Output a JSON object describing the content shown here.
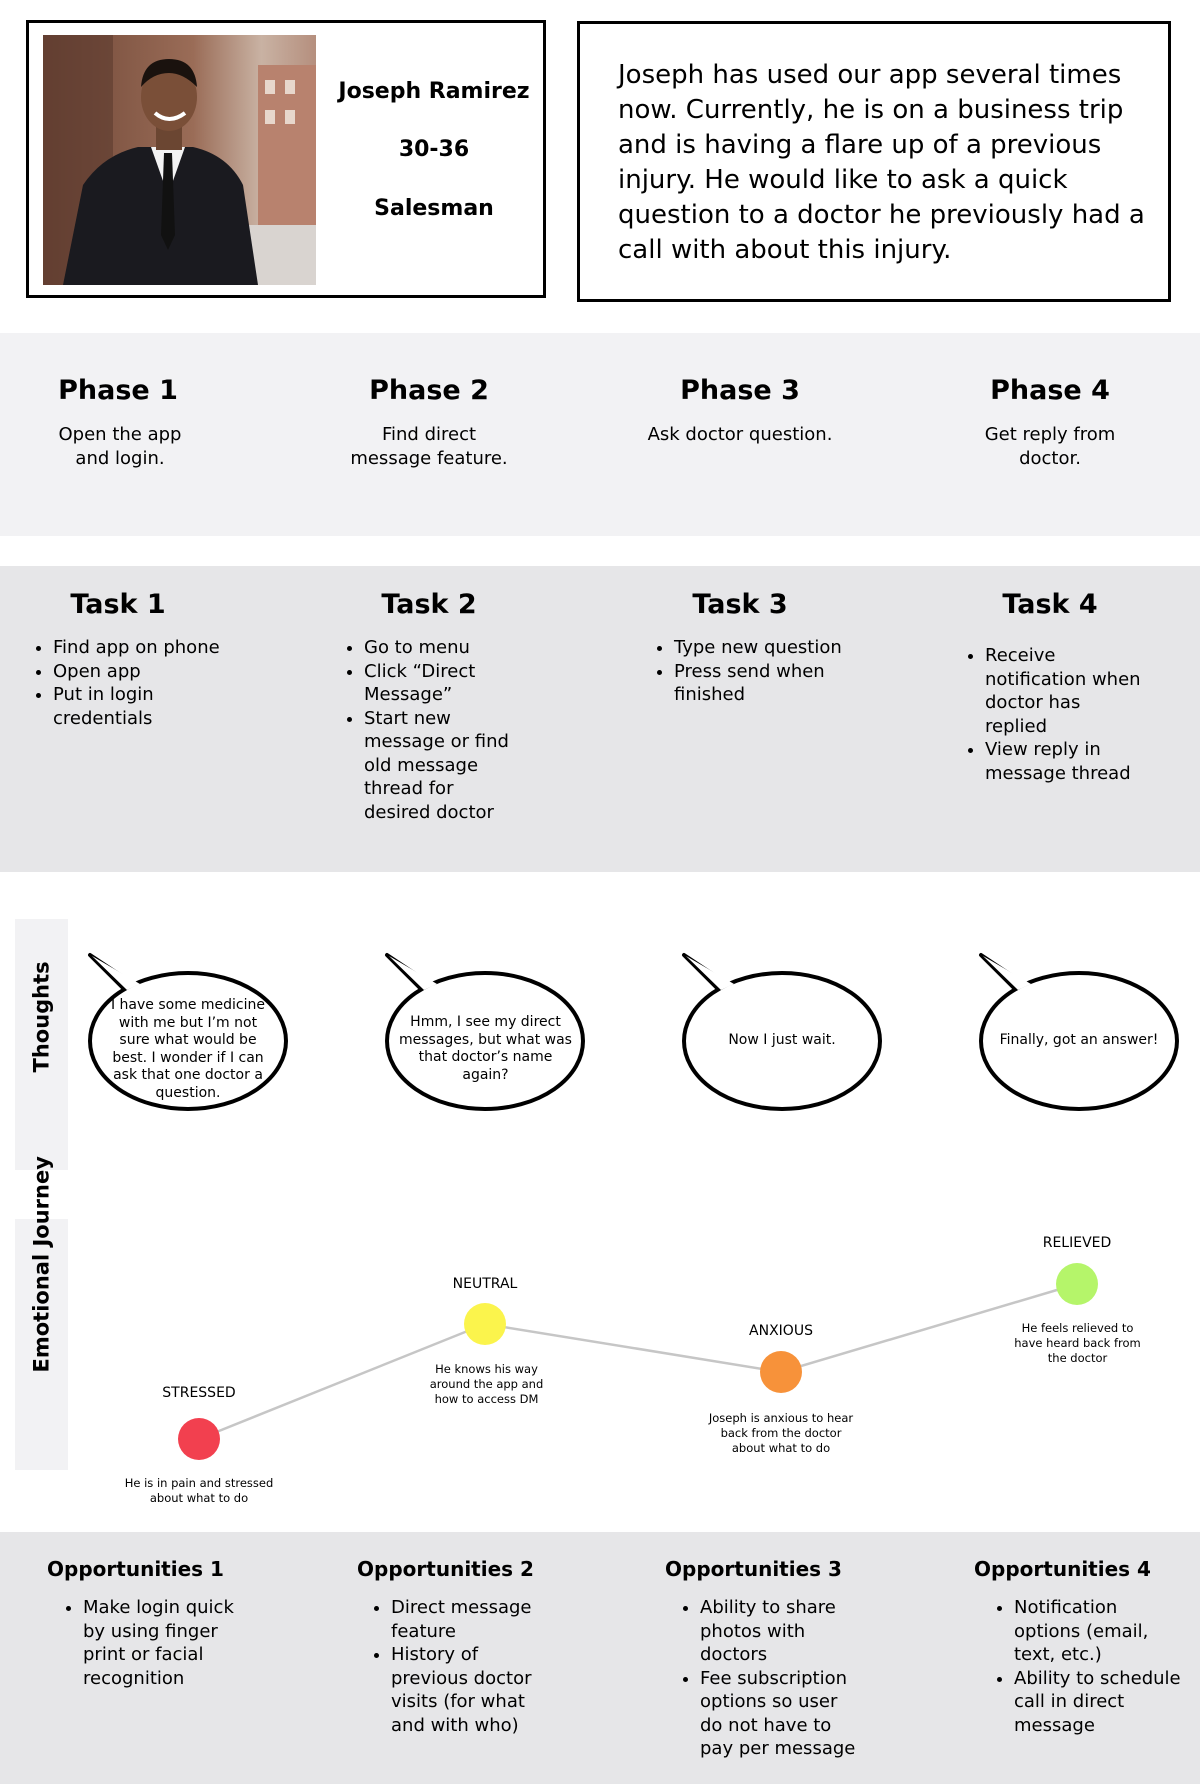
{
  "persona": {
    "name": "Joseph Ramirez",
    "age": "30-36",
    "occupation": "Salesman",
    "scenario": "Joseph has used our app several times now. Currently, he is on a business trip and is having a flare up of a previous injury. He would like to ask a quick question to a doctor he previously had a call with about this injury."
  },
  "phases": [
    {
      "title": "Phase 1",
      "desc": "Open the app and login."
    },
    {
      "title": "Phase 2",
      "desc": "Find direct message feature."
    },
    {
      "title": "Phase 3",
      "desc": "Ask doctor question."
    },
    {
      "title": "Phase 4",
      "desc": "Get reply from doctor."
    }
  ],
  "tasks": [
    {
      "title": "Task 1",
      "items": [
        "Find app on phone",
        "Open app",
        "Put in login credentials"
      ]
    },
    {
      "title": "Task 2",
      "items": [
        "Go to menu",
        "Click “Direct Message”",
        "Start new message or find old message thread for desired doctor"
      ]
    },
    {
      "title": "Task 3",
      "items": [
        "Type new question",
        "Press send when finished"
      ]
    },
    {
      "title": "Task 4",
      "items": [
        "Receive notification when doctor has replied",
        "View reply in message thread"
      ]
    }
  ],
  "thoughts": {
    "label": "Thoughts",
    "bubbles": [
      "I have some medicine with me but I’m not sure what would be best. I wonder if I can ask that one doctor a question.",
      "Hmm, I see my direct messages, but what was that doctor’s name again?",
      "Now I just wait.",
      "Finally, got an answer!"
    ]
  },
  "emotional_journey": {
    "label": "Emotional Journey",
    "points": [
      {
        "emotion": "STRESSED",
        "note": "He is in pain and stressed about what to do",
        "color": "#f2404f"
      },
      {
        "emotion": "NEUTRAL",
        "note": "He knows his way around the app and how to access DM",
        "color": "#fbf44c"
      },
      {
        "emotion": "ANXIOUS",
        "note": "Joseph is anxious to hear back from the doctor about what to do",
        "color": "#f7923a"
      },
      {
        "emotion": "RELIEVED",
        "note": "He feels relieved to have heard back from the doctor",
        "color": "#b5f56a"
      }
    ]
  },
  "opportunities": [
    {
      "title": "Opportunities 1",
      "items": [
        "Make login quick by using finger print or facial recognition"
      ]
    },
    {
      "title": "Opportunities 2",
      "items": [
        "Direct message feature",
        "History of previous doctor visits (for what and with who)"
      ]
    },
    {
      "title": "Opportunities 3",
      "items": [
        "Ability to share photos with doctors",
        "Fee subscription options so user do not have to pay per message"
      ]
    },
    {
      "title": "Opportunities 4",
      "items": [
        "Notification options (email, text, etc.)",
        "Ability to schedule call in direct message"
      ]
    }
  ]
}
